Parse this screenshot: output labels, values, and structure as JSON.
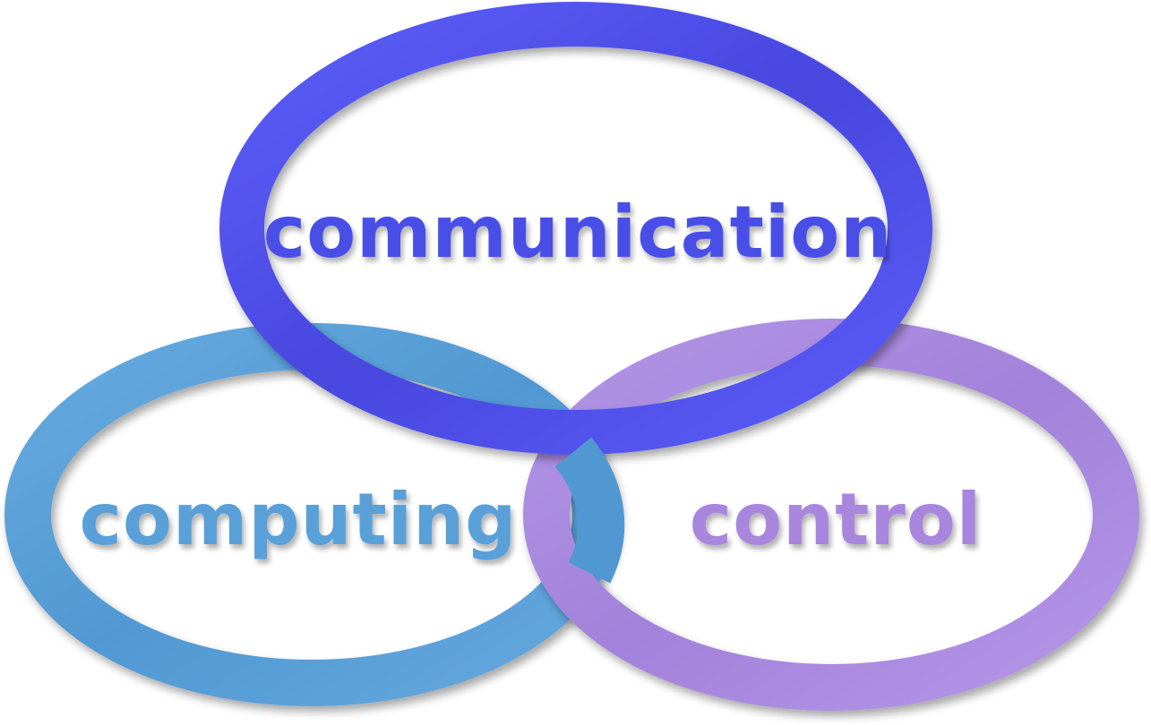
{
  "rings": [
    {
      "label": "communication",
      "color": "#4a4fe6"
    },
    {
      "label": "computing",
      "color": "#5aa0d8"
    },
    {
      "label": "control",
      "color": "#a886de"
    }
  ]
}
